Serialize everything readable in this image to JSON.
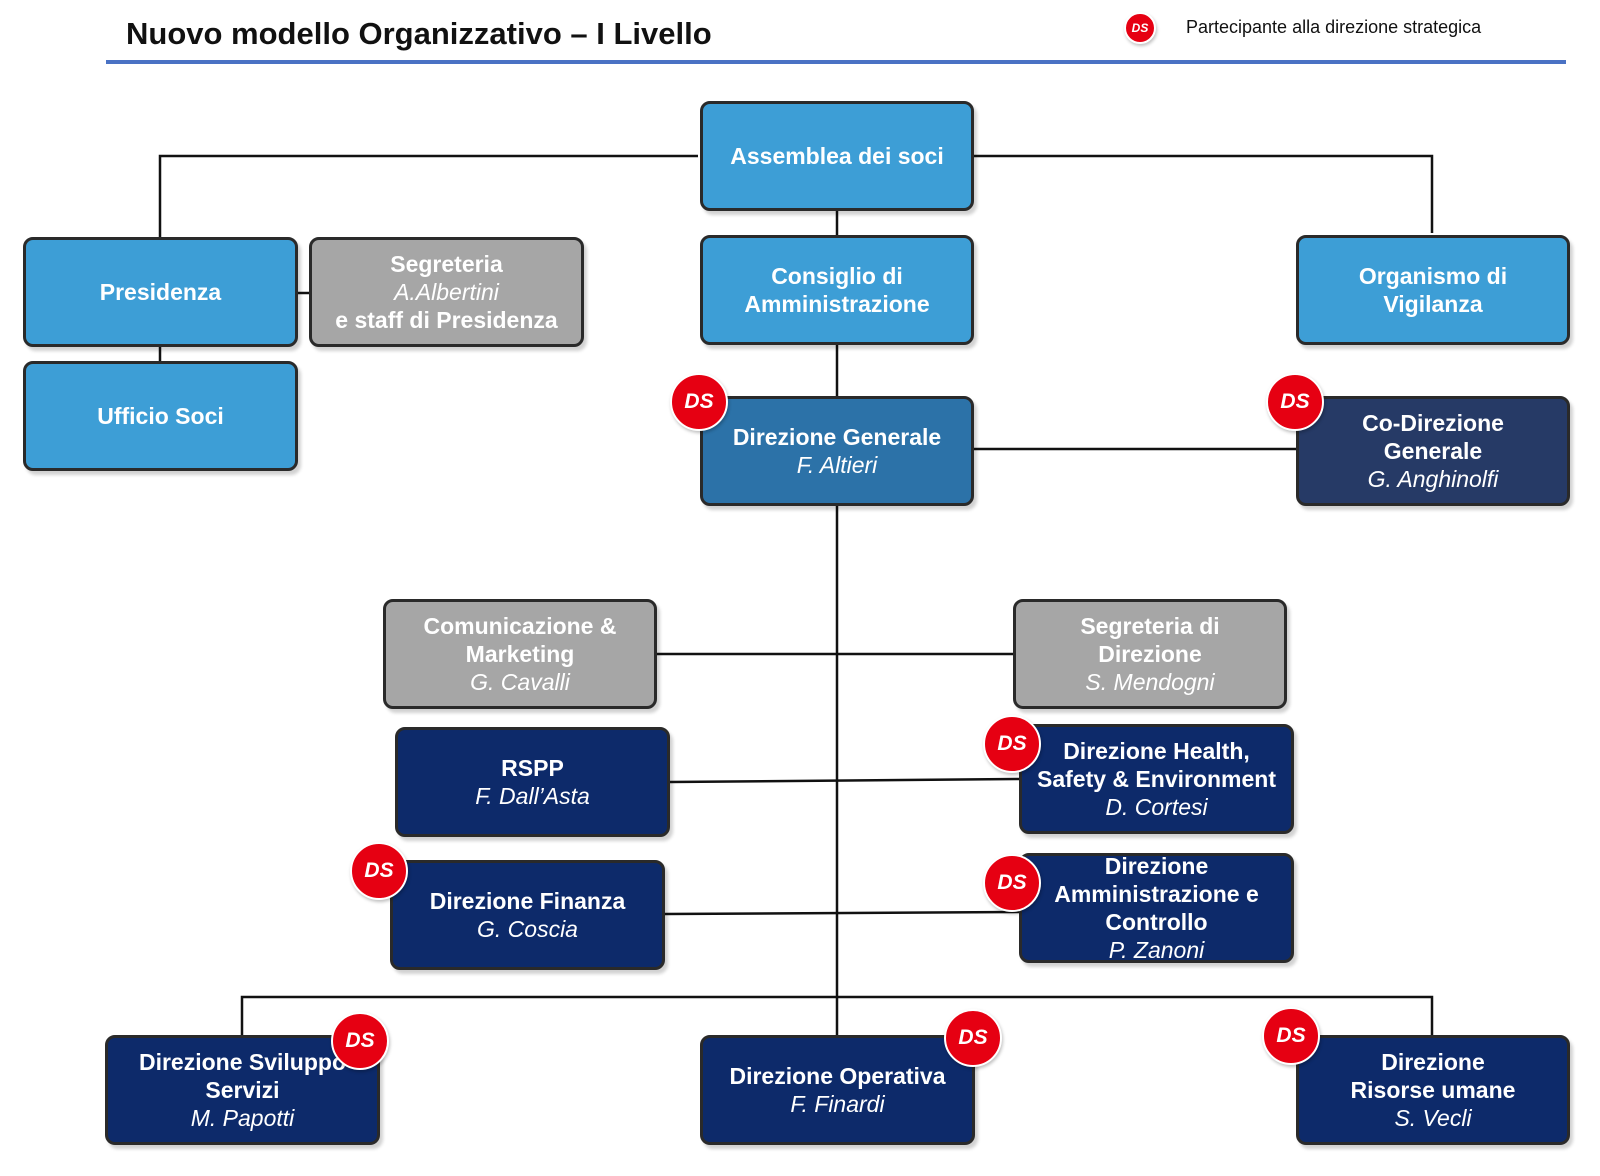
{
  "header": {
    "title": "Nuovo modello Organizzativo – I Livello",
    "legend_badge": "DS",
    "legend_text": "Partecipante alla direzione strategica"
  },
  "colors": {
    "light_blue": "#3d9ed6",
    "mid_blue": "#2c72a8",
    "navy": "#0d2a6a",
    "slate": "#263a66",
    "grey": "#a6a6a6",
    "ds_red": "#e60012",
    "rule": "#4a72c4"
  },
  "nodes": {
    "assemblea": {
      "title": "Assemblea dei soci"
    },
    "presidenza": {
      "title": "Presidenza"
    },
    "segreteria": {
      "title": "Segreteria",
      "person": "A.Albertini",
      "subtitle": "e staff di Presidenza"
    },
    "ufficio_soci": {
      "title": "Ufficio Soci"
    },
    "consiglio": {
      "title": "Consiglio di\nAmministrazione"
    },
    "organismo": {
      "title": "Organismo di\nVigilanza"
    },
    "direzione_generale": {
      "title": "Direzione Generale",
      "person": "F. Altieri",
      "ds": true
    },
    "co_direzione": {
      "title": "Co-Direzione\nGenerale",
      "person": "G. Anghinolfi",
      "ds": true
    },
    "comunicazione": {
      "title": "Comunicazione &\nMarketing",
      "person": "G. Cavalli"
    },
    "segreteria_direzione": {
      "title": "Segreteria di\nDirezione",
      "person": "S. Mendogni"
    },
    "rspp": {
      "title": "RSPP",
      "person": "F. Dall’Asta"
    },
    "hse": {
      "title": "Direzione Health,\nSafety & Environment",
      "person": "D. Cortesi",
      "ds": true
    },
    "finanza": {
      "title": "Direzione Finanza",
      "person": "G. Coscia",
      "ds": true
    },
    "amministrazione": {
      "title": "Direzione\nAmministrazione e\nControllo",
      "person": "P. Zanoni",
      "ds": true
    },
    "sviluppo": {
      "title": "Direzione Sviluppo\nServizi",
      "person": "M. Papotti",
      "ds": true
    },
    "operativa": {
      "title": "Direzione Operativa",
      "person": "F. Finardi",
      "ds": true
    },
    "risorse": {
      "title": "Direzione\nRisorse umane",
      "person": "S. Vecli",
      "ds": true
    }
  },
  "ds_label": "DS"
}
